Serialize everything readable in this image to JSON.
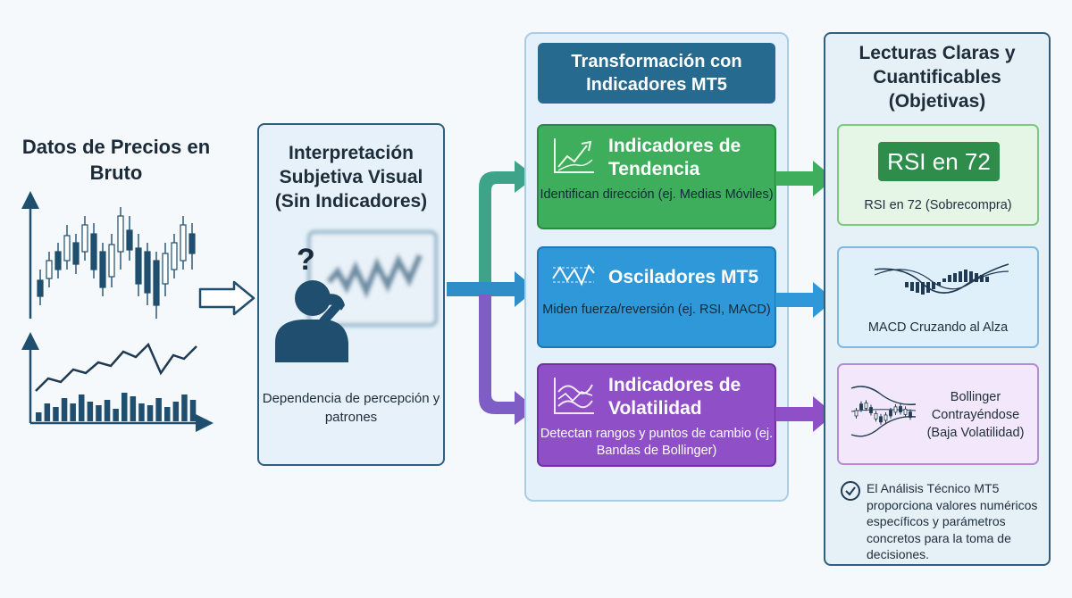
{
  "raw_data": {
    "title": "Datos de Precios en Bruto"
  },
  "subjective": {
    "title": "Interpretación Subjetiva Visual (Sin Indicadores)",
    "question_mark": "?",
    "caption": "Dependencia de percepción y patrones"
  },
  "transformation": {
    "title": "Transformación con Indicadores MT5",
    "indicators": [
      {
        "title": "Indicadores de Tendencia",
        "desc": "Identifican dirección (ej. Medias Móviles)",
        "icon": "trend-chart-icon",
        "color": "#3fae5c"
      },
      {
        "title": "Osciladores MT5",
        "desc": "Miden fuerza/reversión (ej. RSI, MACD)",
        "icon": "oscillator-wave-icon",
        "color": "#2f98d8"
      },
      {
        "title": "Indicadores de Volatilidad",
        "desc": "Detectan rangos y puntos de cambio (ej. Bandas de Bollinger)",
        "icon": "volatility-bands-icon",
        "color": "#8f4fc7"
      }
    ]
  },
  "readings": {
    "title": "Lecturas Claras y Cuantificables (Objetivas)",
    "rsi_badge": "RSI en 72",
    "rsi_caption": "RSI en 72 (Sobrecompra)",
    "macd_caption": "MACD Cruzando al Alza",
    "bollinger_caption": "Bollinger Contrayéndose (Baja Volatilidad)",
    "note": "El Análisis Técnico MT5 proporciona valores numéricos específicos y parámetros concretos para la toma de decisiones."
  },
  "colors": {
    "dark_navy": "#1f4e6e",
    "green": "#3fae5c",
    "blue": "#2f98d8",
    "purple": "#8f4fc7"
  }
}
